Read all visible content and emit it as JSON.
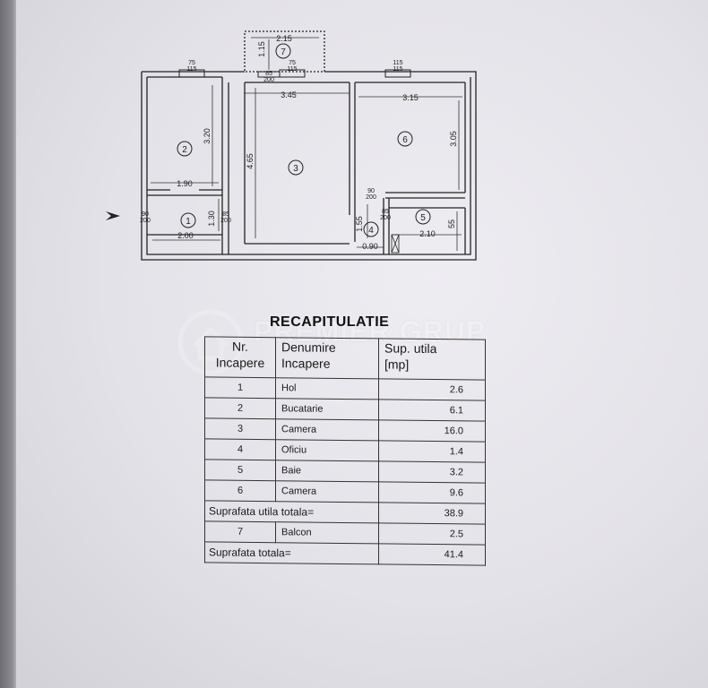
{
  "plan": {
    "room_numbers": [
      "1",
      "2",
      "3",
      "4",
      "5",
      "6",
      "7"
    ],
    "dimensions": {
      "balcony_width": "2.15",
      "balcony_depth": "1.15",
      "room3_width": "3.45",
      "room6_width": "3.15",
      "room2_height": "3.20",
      "room3_height": "4.65",
      "room6_height": "3.05",
      "room2_width": "1.90",
      "room1_width": "2.00",
      "room1_height": "1.30",
      "room4_width": "0.90",
      "room5_width": "2.10",
      "room4_height": "1.55",
      "room5_height": "55"
    },
    "openings": {
      "door_main": "90\n200",
      "door_room2": "85\n200",
      "door_room4": "90\n200",
      "door_room5": "85\n200",
      "door_balcony": "85\n200",
      "window_room2": "75\n115",
      "window_room3": "75\n115",
      "window_room6": "115\n115"
    }
  },
  "recap": {
    "title": "RECAPITULATIE",
    "headers": {
      "nr": "Nr.\nIncapere",
      "name": "Denumire\nIncapere",
      "area": "Sup. utila\n[mp]"
    },
    "rows": [
      {
        "nr": "1",
        "name": "Hol",
        "area": "2.6"
      },
      {
        "nr": "2",
        "name": "Bucatarie",
        "area": "6.1"
      },
      {
        "nr": "3",
        "name": "Camera",
        "area": "16.0"
      },
      {
        "nr": "4",
        "name": "Oficiu",
        "area": "1.4"
      },
      {
        "nr": "5",
        "name": "Baie",
        "area": "3.2"
      },
      {
        "nr": "6",
        "name": "Camera",
        "area": "9.6"
      }
    ],
    "useful_total_label": "Suprafata utila totala=",
    "useful_total_value": "38.9",
    "balcony_row": {
      "nr": "7",
      "name": "Balcon",
      "area": "2.5"
    },
    "grand_total_label": "Suprafata totala=",
    "grand_total_value": "41.4"
  },
  "watermark": {
    "text": "PREMIER GRUP",
    "icon": "house-logo-icon"
  },
  "colors": {
    "ink": "#222222",
    "paper": "#e6e5ea"
  }
}
